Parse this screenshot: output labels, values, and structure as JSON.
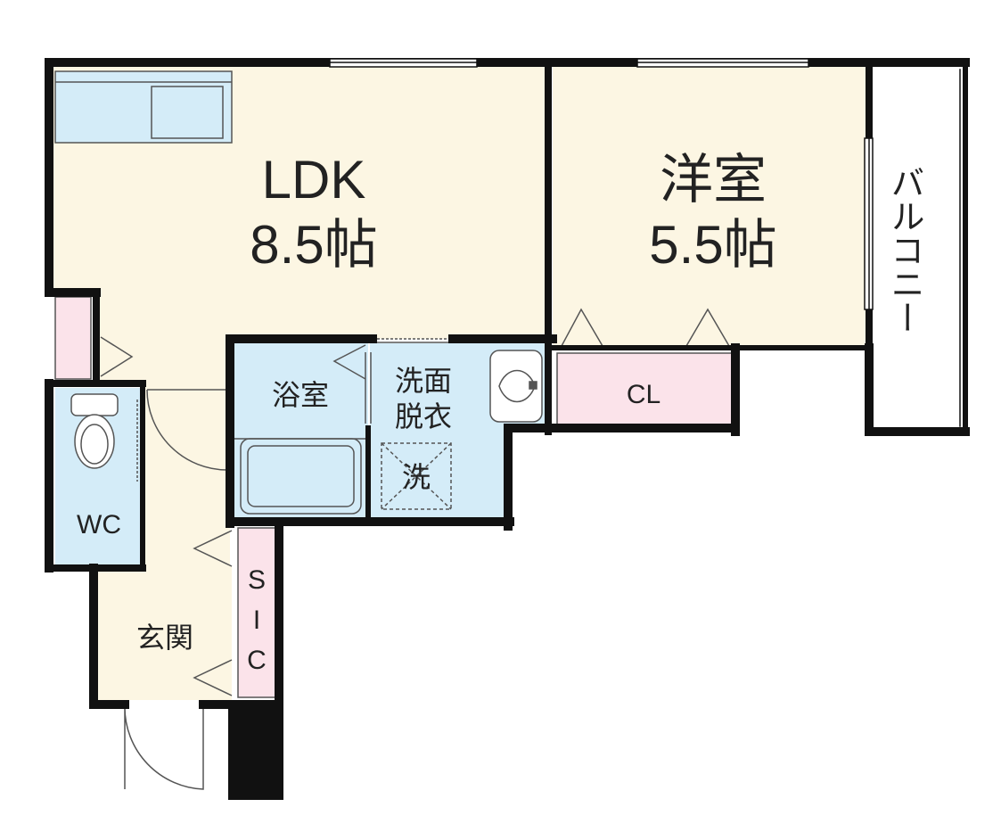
{
  "rooms": {
    "ldk": {
      "name": "LDK",
      "size": "8.5帖"
    },
    "western": {
      "name": "洋室",
      "size": "5.5帖"
    },
    "balcony": {
      "name": "バルコニー"
    },
    "bath": {
      "name": "浴室"
    },
    "washroom": {
      "line1": "洗面",
      "line2": "脱衣"
    },
    "laundry": {
      "name": "洗"
    },
    "closet": {
      "name": "CL"
    },
    "toilet": {
      "name": "WC"
    },
    "entrance": {
      "name": "玄関"
    },
    "sic": {
      "line1": "S",
      "line2": "I",
      "line3": "C"
    }
  },
  "colors": {
    "floor": "#fcf6e3",
    "wet_area": "#d4ecf8",
    "storage": "#fbe3ea",
    "wall": "#111111"
  }
}
